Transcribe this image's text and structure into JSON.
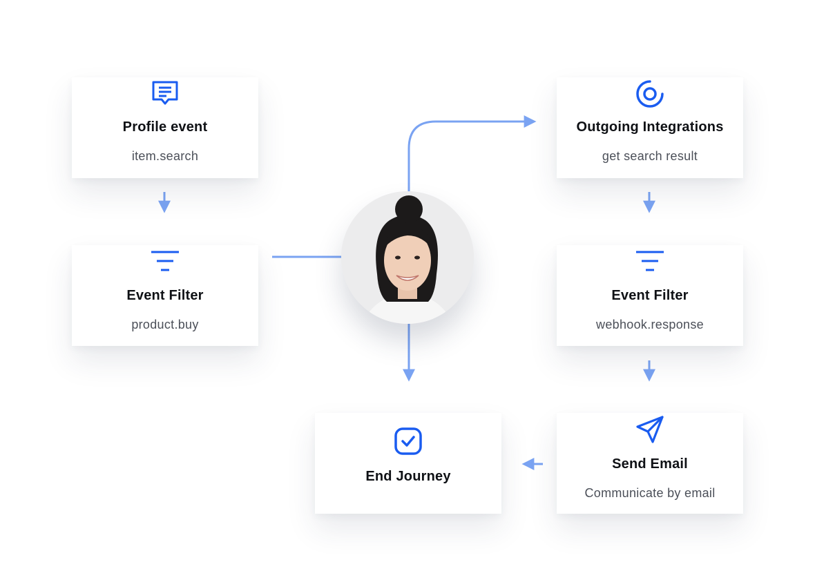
{
  "colors": {
    "accent": "#1a5cf0",
    "connector": "#7aa3f2"
  },
  "nodes": {
    "profile_event": {
      "title": "Profile event",
      "subtitle": "item.search",
      "icon": "message-icon"
    },
    "event_filter_left": {
      "title": "Event Filter",
      "subtitle": "product.buy",
      "icon": "filter-icon"
    },
    "outgoing_integrations": {
      "title": "Outgoing Integrations",
      "subtitle": "get search result",
      "icon": "target-icon"
    },
    "event_filter_right": {
      "title": "Event Filter",
      "subtitle": "webhook.response",
      "icon": "filter-icon"
    },
    "send_email": {
      "title": "Send Email",
      "subtitle": "Communicate by email",
      "icon": "send-icon"
    },
    "end_journey": {
      "title": "End Journey",
      "icon": "check-icon"
    }
  },
  "center": {
    "image": "profile-photo"
  }
}
